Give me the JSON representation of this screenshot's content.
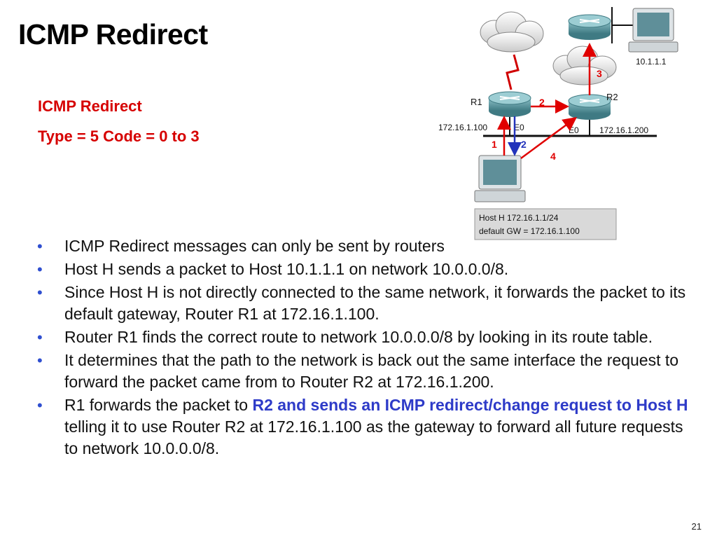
{
  "slide": {
    "title": "ICMP Redirect",
    "subtitle_line1": "ICMP Redirect",
    "subtitle_line2": "Type = 5   Code = 0 to 3",
    "page_number": "21"
  },
  "diagram": {
    "r1_label": "R1",
    "r2_label": "R2",
    "r1_ip": "172.16.1.100",
    "r1_iface": "E0",
    "r2_iface": "E0",
    "r2_ip": "172.16.1.200",
    "dest_ip": "10.1.1.1",
    "step_1": "1",
    "step_2a": "2",
    "step_2b": "2",
    "step_3": "3",
    "step_4": "4",
    "host_info_line1": "Host H 172.16.1.1/24",
    "host_info_line2": "default GW = 172.16.1.100",
    "colors": {
      "red": "#e00000",
      "blue": "#2233bb",
      "router": "#5d9aa3"
    }
  },
  "bullets": [
    {
      "text": "ICMP Redirect messages can only be sent by routers"
    },
    {
      "text": "Host H sends a packet to Host 10.1.1.1 on network 10.0.0.0/8."
    },
    {
      "text": "Since Host H is not directly connected to the same network, it forwards the packet to its default gateway, Router R1 at 172.16.1.100."
    },
    {
      "text": "Router R1 finds the correct route to network 10.0.0.0/8 by looking in its route table."
    },
    {
      "text": "It determines that the path to the network is back out the same interface the request to forward the packet came from to Router R2 at 172.16.1.200."
    },
    {
      "pre": "R1 forwards the packet to ",
      "highlight": "R2 and sends an ICMP redirect/change request to Host H",
      "post": " telling it to use Router R2 at 172.16.1.100 as the gateway to forward all future requests to network 10.0.0.0/8."
    }
  ]
}
